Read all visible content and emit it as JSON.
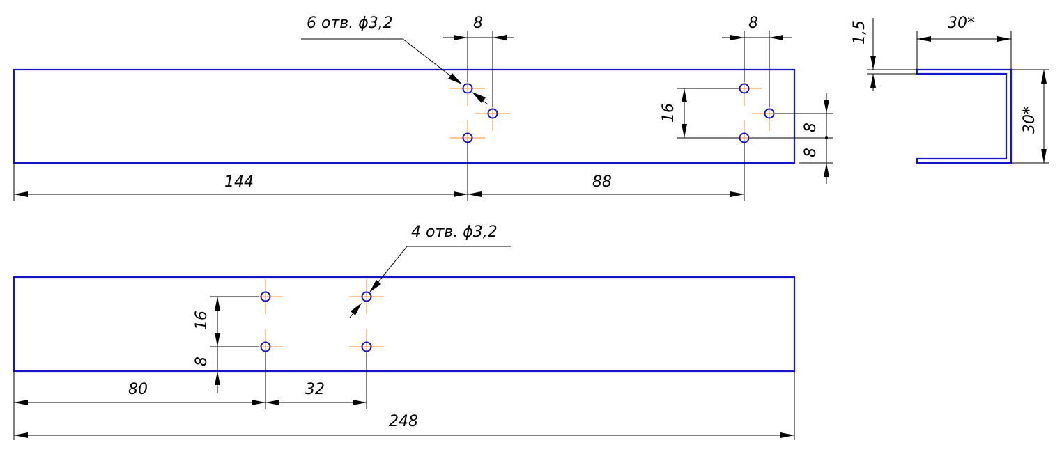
{
  "drawing": {
    "outline_color": "#1414c8",
    "centerline_color": "#ff8c28",
    "top_view": {
      "hole_callout": "6 отв. ϕ3,2",
      "left_pitch": "8",
      "right_pitch": "8",
      "vert_16": "16",
      "side_8_upper": "8",
      "side_8_lower": "8",
      "dist_144": "144",
      "dist_88": "88"
    },
    "section": {
      "thickness": "1,5",
      "width": "30*",
      "height": "30*"
    },
    "bottom_view": {
      "hole_callout": "4 отв. ϕ3,2",
      "vert_16": "16",
      "vert_8": "8",
      "dist_80": "80",
      "dist_32": "32",
      "dist_248": "248"
    }
  }
}
